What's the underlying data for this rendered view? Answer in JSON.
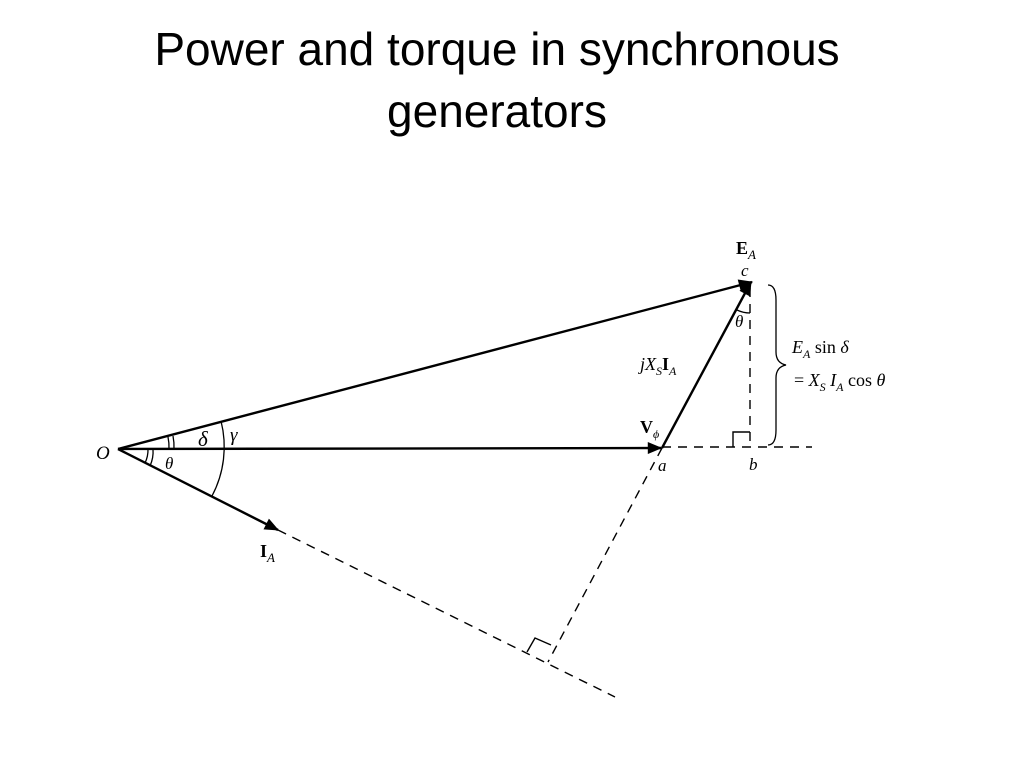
{
  "slide": {
    "title_line1": "Power and torque in synchronous",
    "title_line2": "generators"
  },
  "diagram": {
    "labels": {
      "origin": "O",
      "point_a": "a",
      "point_b": "b",
      "point_c": "c",
      "angle_delta": "δ",
      "angle_gamma": "γ",
      "angle_theta_origin": "θ",
      "angle_theta_top": "θ",
      "ea_main": "E",
      "ea_sub": "A",
      "vphi_main": "V",
      "vphi_sub": "ϕ",
      "ia_main": "I",
      "ia_sub": "A",
      "jxs_j": "j",
      "jxs_x": "X",
      "jxs_s": "S",
      "jxs_i": "I",
      "jxs_a": "A",
      "eq1_e": "E",
      "eq1_a": "A",
      "eq1_sin": " sin ",
      "eq1_delta": "δ",
      "eq2_eq": "= ",
      "eq2_x": "X",
      "eq2_s": "S",
      "eq2_i": " I",
      "eq2_a": "A",
      "eq2_cos": " cos ",
      "eq2_theta": "θ"
    }
  }
}
